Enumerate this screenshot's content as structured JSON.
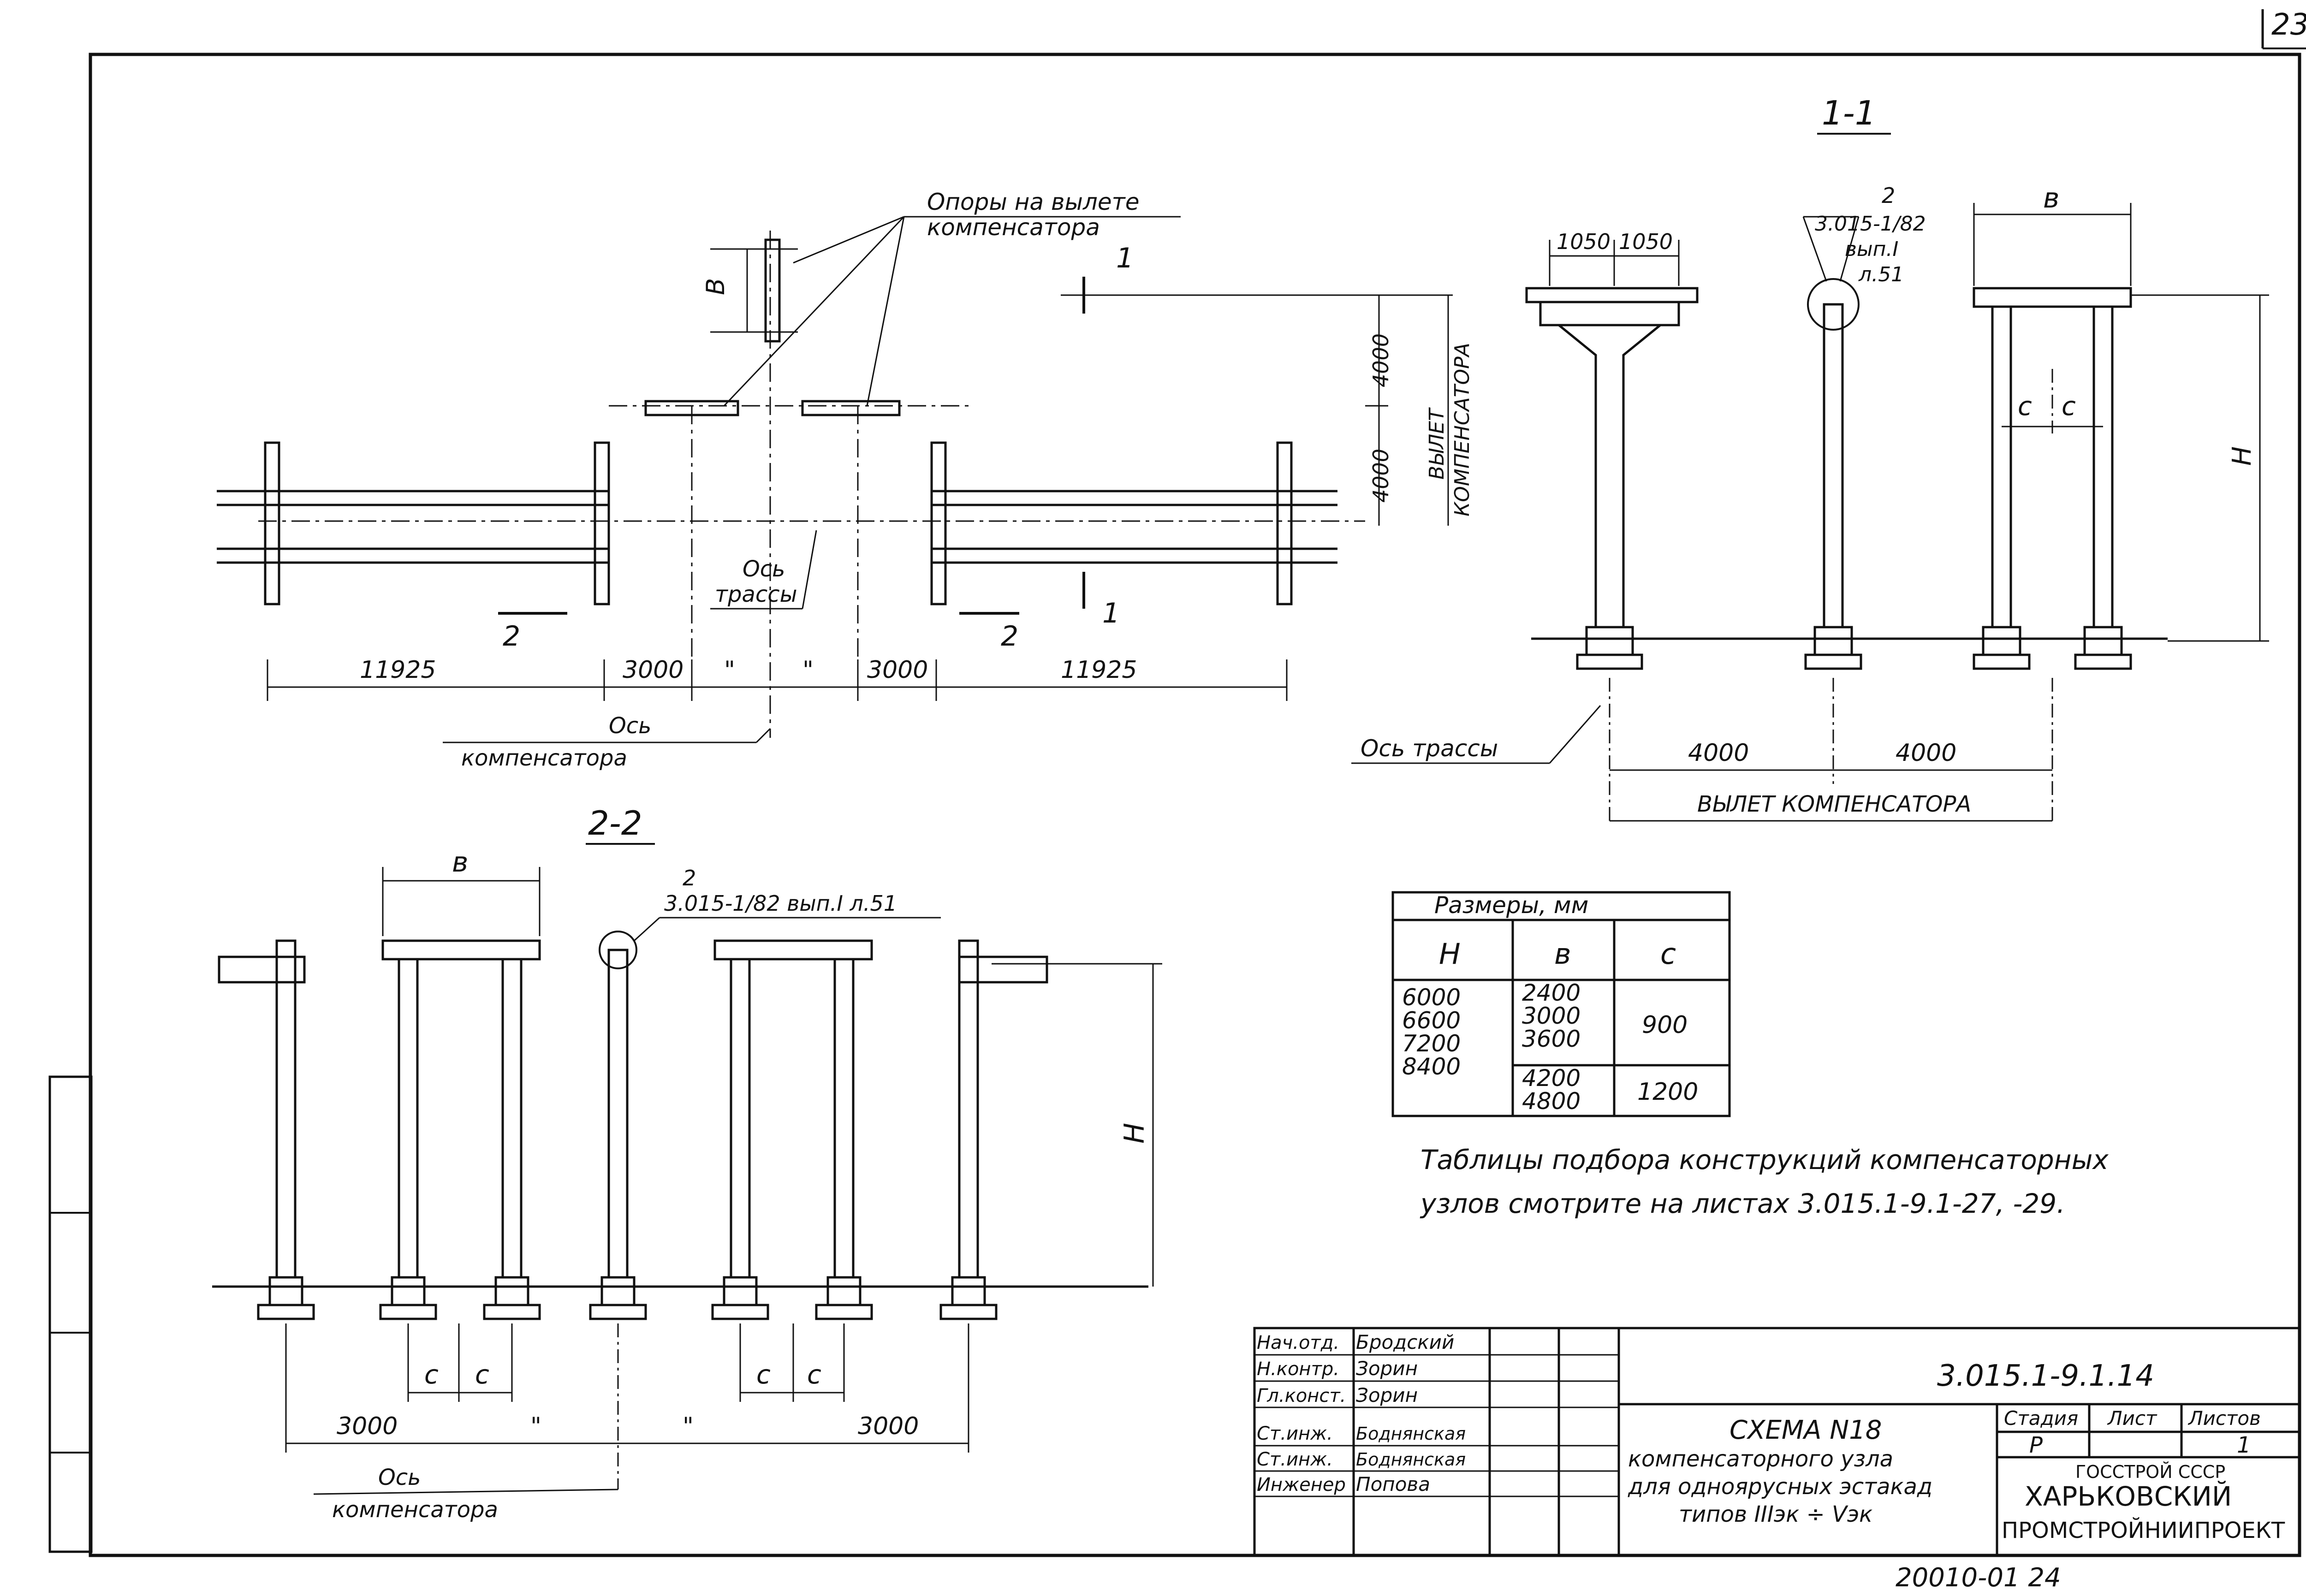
{
  "sheet": {
    "page_number": "23",
    "bottom_code": "20010-01 24"
  },
  "plan": {
    "support_label": [
      "Опоры на вылете",
      "компенсатора"
    ],
    "section_1_mark": "1",
    "section_2_mark": "2",
    "dim_b": "В",
    "dim_4000_a": "4000",
    "dim_4000_b": "4000",
    "offset_label": [
      "ВЫЛЕТ",
      "КОМПЕНСАТОРА"
    ],
    "route_axis": [
      "Ось",
      "трассы"
    ],
    "dims_bottom": [
      "11925",
      "3000",
      "\"",
      "\"",
      "3000",
      "11925"
    ],
    "comp_axis": [
      "Ось",
      "компенсатора"
    ]
  },
  "section_1_1": {
    "title": "1-1",
    "dim_1050_a": "1050",
    "dim_1050_b": "1050",
    "ref": [
      "2",
      "3.015-1/82",
      "вып.I",
      "л.51"
    ],
    "dim_b": "в",
    "dim_c1": "с",
    "dim_c2": "с",
    "dim_h": "Н",
    "route_axis": "Ось трассы",
    "dim_4000_a": "4000",
    "dim_4000_b": "4000",
    "offset_label": "ВЫЛЕТ КОМПЕНСАТОРА"
  },
  "section_2_2": {
    "title": "2-2",
    "dim_b": "в",
    "ref": [
      "2",
      "3.015-1/82 вып.I л.51"
    ],
    "dim_h": "Н",
    "dims_c": [
      "с",
      "с",
      "с",
      "с"
    ],
    "dims_bottom": [
      "3000",
      "\"",
      "\"",
      "3000"
    ],
    "comp_axis": [
      "Ось",
      "компенсатора"
    ]
  },
  "table": {
    "caption": "Размеры, мм",
    "headers": [
      "Н",
      "в",
      "с"
    ],
    "h_values": [
      "6000",
      "6600",
      "7200",
      "8400"
    ],
    "b_group1": [
      "2400",
      "3000",
      "3600"
    ],
    "c_group1": "900",
    "b_group2": [
      "4200",
      "4800"
    ],
    "c_group2": "1200"
  },
  "note": [
    "Таблицы подбора конструкций компенсаторных",
    "узлов смотрите на листах 3.015.1-9.1-27, -29."
  ],
  "title_block": {
    "code": "3.015.1-9.1.14",
    "roles": [
      "Нач.отд.",
      "Н.контр.",
      "Гл.конст.",
      "Ст.инж.",
      "Ст.инж.",
      "Инженер"
    ],
    "names": [
      "Бродский",
      "Зорин",
      "Зорин",
      "Боднянская",
      "Боднянская",
      "Попова"
    ],
    "title_lines": [
      "СХЕМА N18",
      "компенсаторного узла",
      "для одноярусных эстакад",
      "типов IIIэк ÷ Vэк"
    ],
    "stage_label": "Стадия",
    "sheet_label": "Лист",
    "sheets_label": "Листов",
    "stage": "Р",
    "sheet_no": "1",
    "org": [
      "ГОССТРОЙ СССР",
      "ХАРЬКОВСКИЙ",
      "ПРОМСТРОЙНИИПРОЕКТ"
    ]
  }
}
